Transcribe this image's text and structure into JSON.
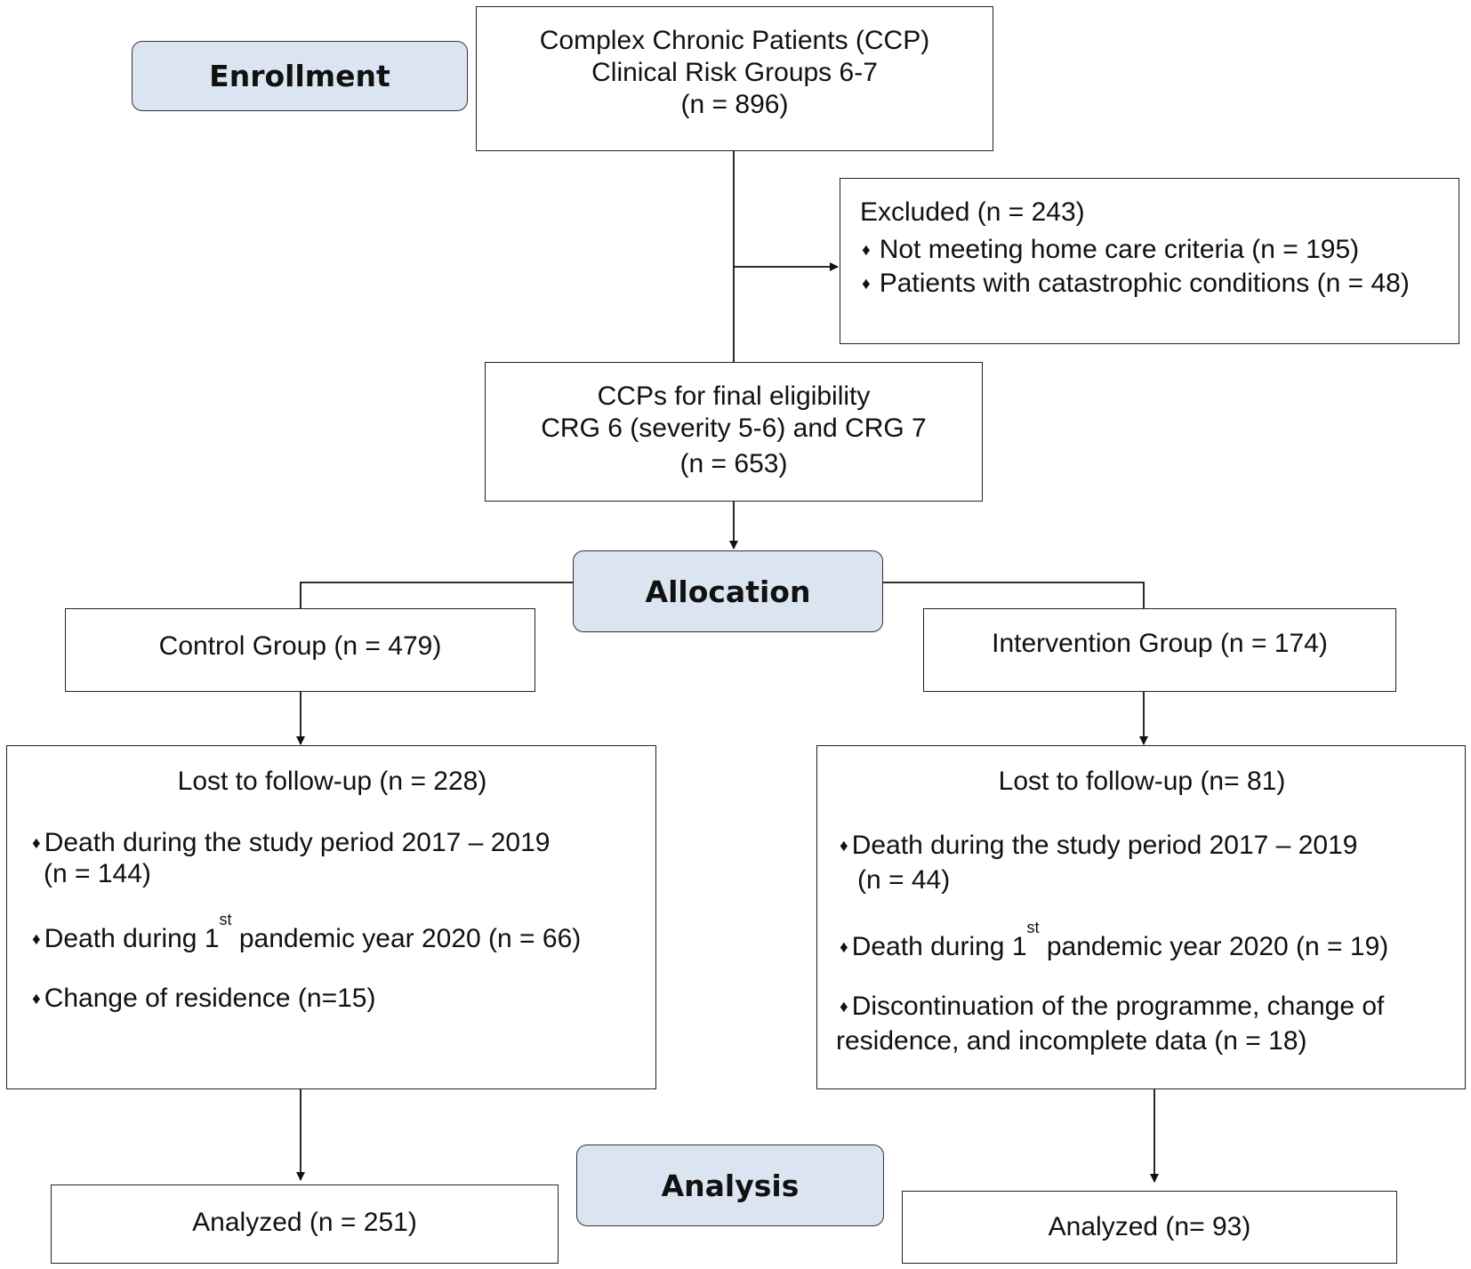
{
  "stages": {
    "enrollment": "Enrollment",
    "allocation": "Allocation",
    "analysis": "Analysis"
  },
  "top_box": {
    "line1": "Complex Chronic Patients (CCP)",
    "line2": "Clinical Risk Groups 6-7",
    "line3": "(n = 896)"
  },
  "excluded": {
    "title": "Excluded (n = 243)",
    "items": [
      "Not meeting home care criteria (n = 195)",
      "Patients with catastrophic conditions (n = 48)"
    ]
  },
  "eligibility": {
    "line1": "CCPs for final eligibility",
    "line2": "CRG 6 (severity 5-6) and CRG 7",
    "line3": "(n = 653)"
  },
  "control": {
    "group": "Control Group (n = 479)",
    "lost_title": "Lost to follow-up (n = 228)",
    "death_study_a": "Death during the study period 2017 – 2019",
    "death_study_b": "(n = 144)",
    "pandemic_pre": "Death during 1",
    "pandemic_sup": "st",
    "pandemic_post": " pandemic year 2020 (n = 66)",
    "residence": "Change of residence (n=15)",
    "analyzed": "Analyzed (n = 251)"
  },
  "intervention": {
    "group": "Intervention Group (n = 174)",
    "lost_title": "Lost to follow-up (n= 81)",
    "death_study_a": "Death during the study period 2017 – 2019",
    "death_study_b": "(n = 44)",
    "pandemic_pre": "Death during 1",
    "pandemic_sup": "st",
    "pandemic_post": " pandemic year 2020 (n = 19)",
    "discontinuation_a": "Discontinuation of the programme, change of",
    "discontinuation_b": "residence, and incomplete data  (n = 18)",
    "analyzed": "Analyzed (n= 93)"
  },
  "bullet_glyph": "♦"
}
